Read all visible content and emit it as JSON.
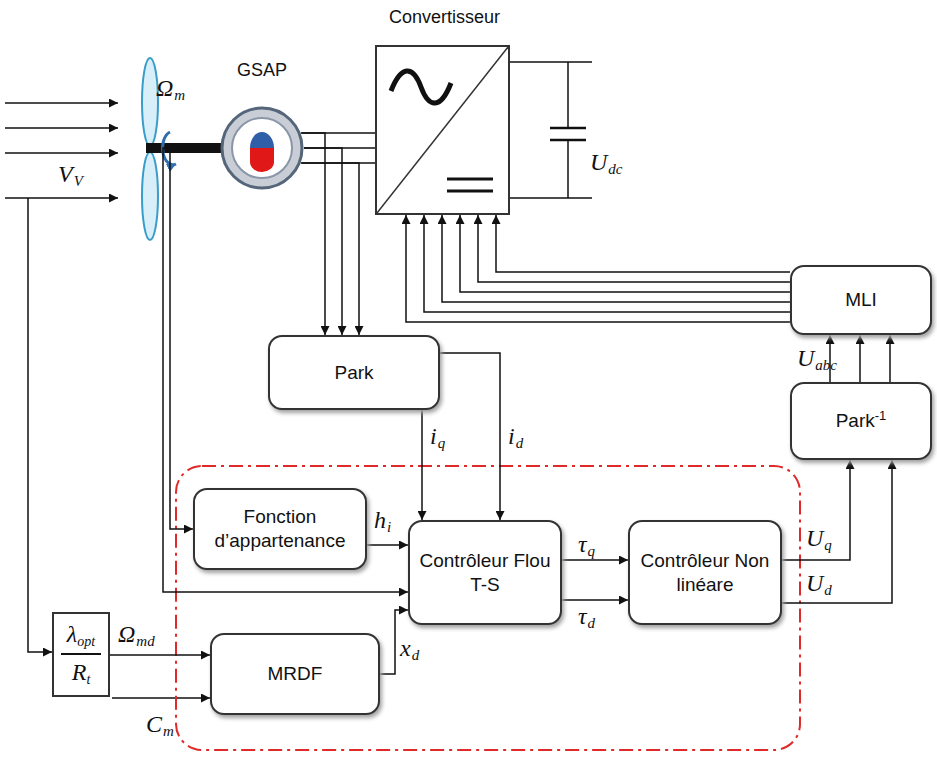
{
  "diagram": {
    "nodes": [
      {
        "text": [
          "GSAP"
        ]
      },
      {
        "text": [
          "Convertisseur"
        ]
      },
      {
        "text": [
          "MLI"
        ]
      },
      {
        "text": [
          "Park"
        ]
      },
      {
        "text": [
          "Park",
          "-1"
        ]
      },
      {
        "text": [
          "Fonction d’appartenance"
        ]
      },
      {
        "text": [
          "Contrôleur Flou T-S"
        ]
      },
      {
        "text": [
          "Contrôleur Non linéare"
        ]
      },
      {
        "text": [
          "λ",
          "opt",
          "R",
          "t"
        ]
      },
      {
        "text": [
          "MRDF"
        ]
      }
    ],
    "edges": [
      {
        "from": 0,
        "to": 1,
        "arrow": "none"
      },
      {
        "from": 0,
        "to": 1,
        "arrow": "none"
      },
      {
        "from": 0,
        "to": 1,
        "arrow": "none"
      },
      {
        "from": 0,
        "to": 3,
        "arrow": "to"
      },
      {
        "from": 0,
        "to": 3,
        "arrow": "to"
      },
      {
        "from": 0,
        "to": 3,
        "arrow": "to"
      },
      {
        "from": 2,
        "to": 1,
        "arrow": "to"
      },
      {
        "from": 2,
        "to": 1,
        "arrow": "to"
      },
      {
        "from": 2,
        "to": 1,
        "arrow": "to"
      },
      {
        "from": 2,
        "to": 1,
        "arrow": "to"
      },
      {
        "from": 2,
        "to": 1,
        "arrow": "to"
      },
      {
        "from": 2,
        "to": 1,
        "arrow": "to"
      },
      {
        "from": 4,
        "to": 2,
        "arrow": "to"
      },
      {
        "from": 4,
        "to": 2,
        "arrow": "to"
      },
      {
        "from": 4,
        "to": 2,
        "arrow": "to"
      },
      {
        "from": 3,
        "to": 6,
        "arrow": "to"
      },
      {
        "from": 3,
        "to": 6,
        "arrow": "to"
      },
      {
        "from": 5,
        "to": 6,
        "arrow": "to"
      },
      {
        "from": 0,
        "to": 5,
        "arrow": "to"
      },
      {
        "from": 0,
        "to": 6,
        "arrow": "to"
      },
      {
        "from": 9,
        "to": 6,
        "arrow": "to"
      },
      {
        "from": 6,
        "to": 7,
        "arrow": "to"
      },
      {
        "from": 6,
        "to": 7,
        "arrow": "to"
      },
      {
        "from": 7,
        "to": 4,
        "arrow": "to"
      },
      {
        "from": 7,
        "to": 4,
        "arrow": "to"
      },
      {
        "from": 8,
        "to": 9,
        "arrow": "to"
      }
    ],
    "labels": [
      "V",
      "V",
      "Ω",
      "m",
      "U",
      "dc",
      "U",
      "abc",
      "i",
      "q",
      "i",
      "d",
      "h",
      "i",
      "τ",
      "q",
      "τ",
      "d",
      "U",
      "q",
      "U",
      "d",
      "Ω",
      "md",
      "x",
      "d",
      "C",
      "m"
    ]
  }
}
